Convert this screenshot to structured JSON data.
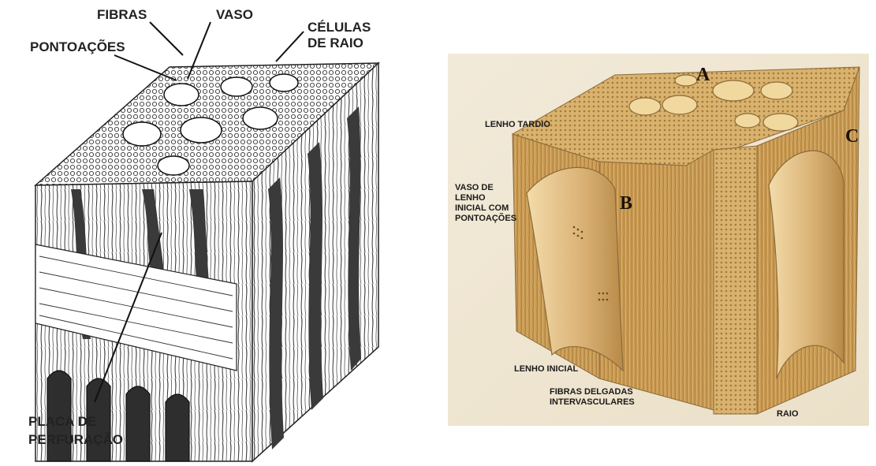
{
  "left_diagram": {
    "labels": {
      "fibras": "FIBRAS",
      "vaso": "VASO",
      "pontoacoes": "PONTOAÇÕES",
      "celulas_line1": "CÉLULAS",
      "celulas_line2": "DE RAIO",
      "placa_line1": "PLACA DE",
      "placa_line2": "PERFURAÇÃO"
    }
  },
  "right_diagram": {
    "labels": {
      "lenho_tardio": "LENHO TARDIO",
      "vaso_line1": "VASO DE",
      "vaso_line2": "LENHO",
      "vaso_line3": "INICIAL COM",
      "vaso_line4": "PONTOAÇÕES",
      "lenho_inicial": "LENHO INICIAL",
      "fibras_line1": "FIBRAS DELGADAS",
      "fibras_line2": "INTERVASCULARES",
      "raio": "RAIO"
    },
    "letters": {
      "a": "A",
      "b": "B",
      "c": "C"
    }
  },
  "colors": {
    "wood_light": "#e8c98a",
    "wood_mid": "#c9a05a",
    "wood_dark": "#8a6a3a",
    "ink": "#222222"
  }
}
